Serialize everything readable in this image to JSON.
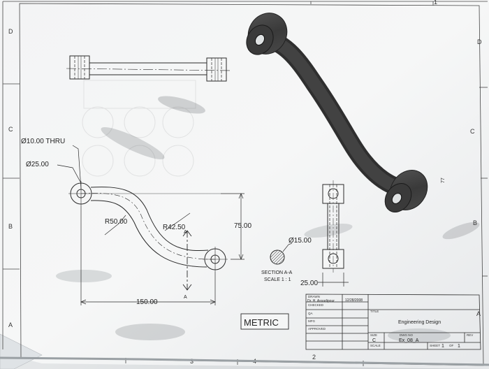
{
  "zones": {
    "left": [
      "D",
      "C",
      "B",
      "A"
    ],
    "right": [
      "D",
      "C",
      "B",
      "A"
    ],
    "bottom": [
      "3",
      "4",
      "2"
    ],
    "top": [
      "1"
    ]
  },
  "dimensions": {
    "hole_thru": "Ø10.00 THRU",
    "boss_dia": "Ø25.00",
    "radius_small": "R50.00",
    "radius_large": "R42.50",
    "height": "75.00",
    "length": "150.00",
    "section_dia": "Ø15.00",
    "width": "25.00"
  },
  "section": {
    "title": "SECTION A-A",
    "scale": "SCALE 1 : 1",
    "cut_label": "A"
  },
  "units_label": "METRIC",
  "title_block": {
    "drawn_label": "DRAWN",
    "drawn_by": "Dr. H. Assadipour",
    "date": "12/28/2008",
    "checked_label": "CHECKED",
    "qa_label": "QA",
    "mfg_label": "MFG",
    "approved_label": "APPROVED",
    "title_label": "TITLE",
    "title": "Engineering Design",
    "size_label": "SIZE",
    "size": "C",
    "dwg_label": "DWG NO",
    "dwg_no": "Ex_08_A",
    "rev_label": "REV",
    "scale_label": "SCALE",
    "sheet_label": "SHEET",
    "sheet": "1",
    "of_label": "OF",
    "of": "1"
  },
  "side_note": "77",
  "colors": {
    "line": "#2a2a2a",
    "paper": "#f2f3f4",
    "model": "#3a3a3a"
  }
}
